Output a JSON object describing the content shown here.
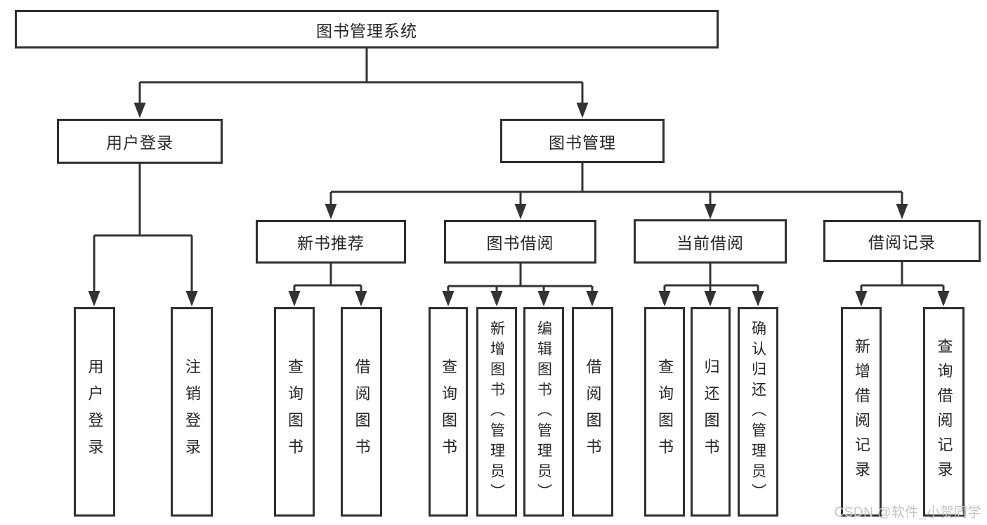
{
  "diagram_title": "图书管理系统",
  "tree": {
    "root": {
      "label": "图书管理系统"
    },
    "level2": [
      {
        "label": "用户登录"
      },
      {
        "label": "图书管理"
      }
    ],
    "level3": [
      {
        "label": "新书推荐"
      },
      {
        "label": "图书借阅"
      },
      {
        "label": "当前借阅"
      },
      {
        "label": "借阅记录"
      }
    ],
    "leaves": {
      "login": [
        "用户登录",
        "注销登录"
      ],
      "newbook": [
        "查询图书",
        "借阅图书"
      ],
      "borrow": [
        "查询图书",
        "新增图书（管理员）",
        "编辑图书（管理员）",
        "借阅图书"
      ],
      "current": [
        "查询图书",
        "归还图书",
        "确认归还（管理员）"
      ],
      "records": [
        "新增借阅记录",
        "查询借阅记录"
      ]
    }
  },
  "watermark": "CSDN @软件_小贺同学",
  "colors": {
    "background": "#ffffff",
    "line": "#333333",
    "box_border": "#2f2f2f",
    "text": "#262626",
    "watermark": "#c4c4c4"
  }
}
